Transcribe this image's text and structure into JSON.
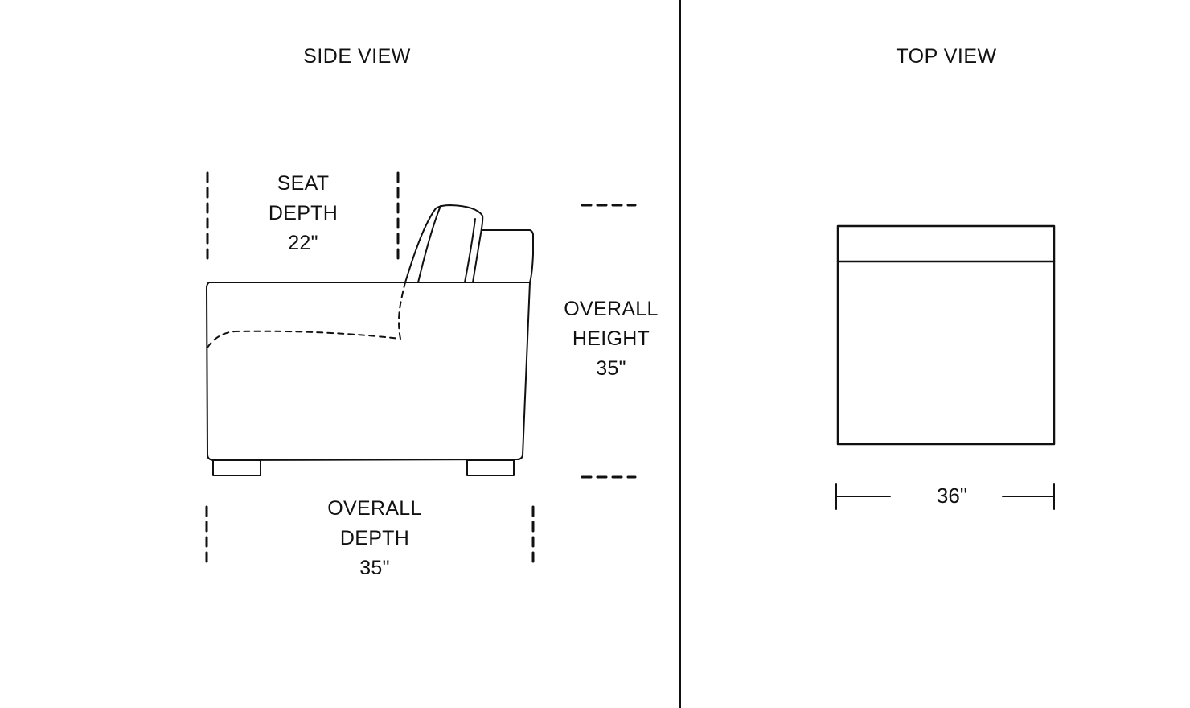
{
  "side_view": {
    "title": "SIDE VIEW",
    "seat_depth": {
      "line1": "SEAT",
      "line2": "DEPTH",
      "value": "22\""
    },
    "overall_height": {
      "line1": "OVERALL",
      "line2": "HEIGHT",
      "value": "35\""
    },
    "overall_depth": {
      "line1": "OVERALL",
      "line2": "DEPTH",
      "value": "35\""
    }
  },
  "top_view": {
    "title": "TOP VIEW",
    "width": {
      "value": "36\""
    }
  },
  "colors": {
    "line": "#111111",
    "background": "#ffffff"
  }
}
